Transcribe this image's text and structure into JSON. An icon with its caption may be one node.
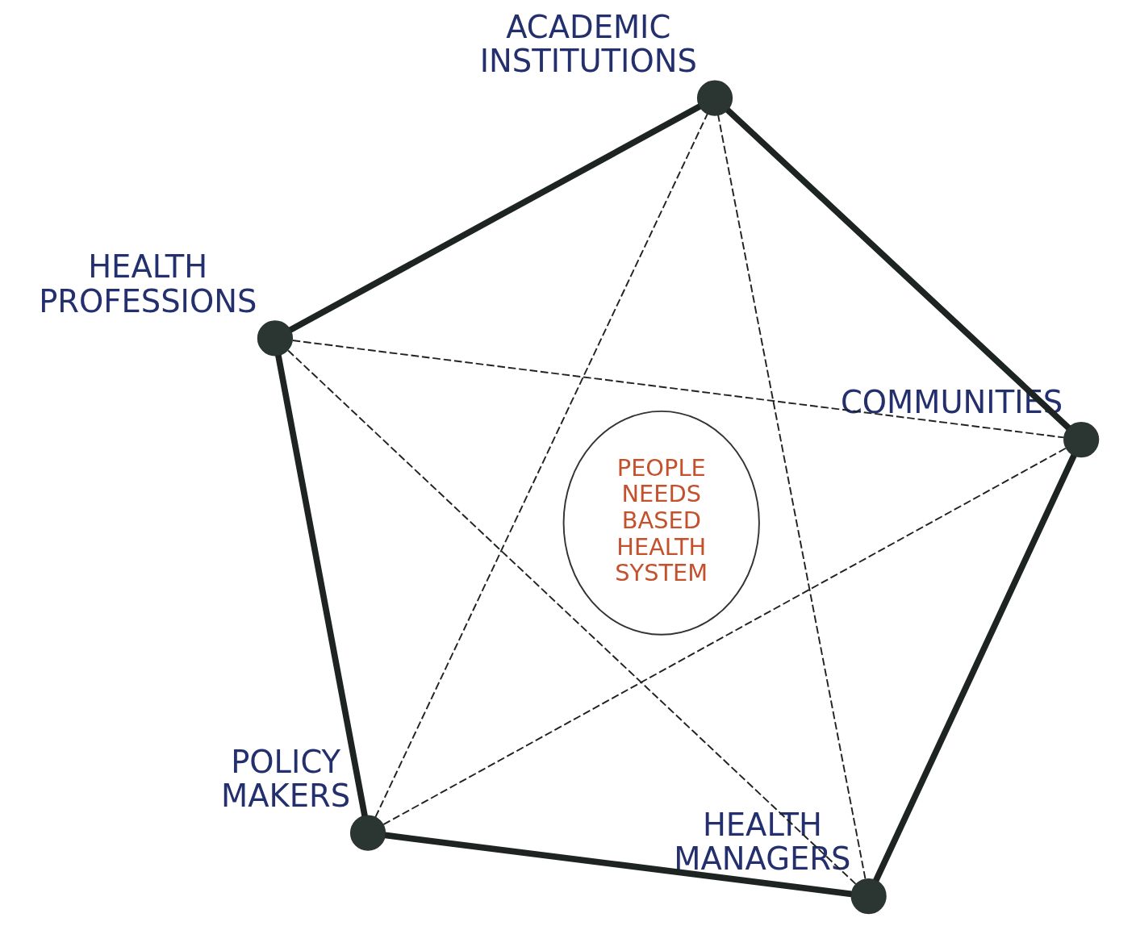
{
  "diagram": {
    "nodes": [
      {
        "text": [],
        "shape": "circle",
        "beside": [
          "POLICY MAKERS"
        ]
      },
      {
        "text": [],
        "shape": "circle",
        "beside": [
          "HEALTH MANAGERS"
        ]
      },
      {
        "text": [
          "PEOPLE NEEDS BASED HEALTH SYSTEM"
        ]
      },
      {
        "text": [],
        "shape": "circle",
        "beside": [
          "HEALTH PROFESSIONS"
        ]
      },
      {
        "text": [],
        "shape": "circle",
        "beside": [
          "COMMUNITIES"
        ]
      },
      {
        "text": [],
        "shape": "circle",
        "beside": [
          "ACADEMIC INSTITUTIONS"
        ]
      }
    ],
    "edges": [
      {
        "from": 0,
        "to": 3,
        "arrow": "none",
        "style": "thick"
      },
      {
        "from": 3,
        "to": 5,
        "arrow": "none",
        "style": "thick"
      },
      {
        "from": 5,
        "to": 4,
        "arrow": "none",
        "style": "thick"
      },
      {
        "from": 4,
        "to": 1,
        "arrow": "none",
        "style": "thick"
      },
      {
        "from": 1,
        "to": 0,
        "arrow": "none",
        "style": "thick"
      },
      {
        "from": 0,
        "to": 4,
        "arrow": "none",
        "style": "dashed"
      },
      {
        "from": 0,
        "to": 5,
        "arrow": "none",
        "style": "dashed"
      },
      {
        "from": 1,
        "to": 3,
        "arrow": "none",
        "style": "dashed"
      },
      {
        "from": 1,
        "to": 5,
        "arrow": "none",
        "style": "dashed"
      },
      {
        "from": 3,
        "to": 4,
        "arrow": "none",
        "style": "dashed"
      }
    ]
  }
}
